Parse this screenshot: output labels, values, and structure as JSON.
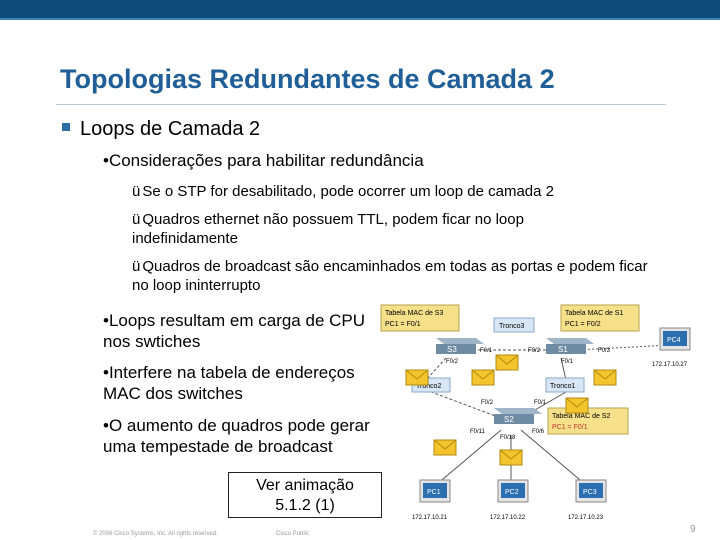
{
  "slide": {
    "title": "Topologias Redundantes de Camada 2",
    "bullet_main": "Loops de Camada 2",
    "sub_bullet_1": "•Considerações para habilitar redundância",
    "checks": [
      "Se o STP for desabilitado, pode ocorrer um loop de camada 2",
      "Quadros ethernet não possuem TTL, podem ficar no loop indefinidamente",
      "Quadros de broadcast são encaminhados em todas as portas e podem ficar no loop ininterrupto"
    ],
    "check_glyph": "ü",
    "bullets": [
      "•Loops resultam em carga de CPU nos swtiches",
      "•Interfere na tabela de endereços MAC dos switches",
      "•O aumento de quadros pode gerar uma tempestade de broadcast"
    ],
    "animation_button": {
      "line1": "Ver animação",
      "line2": "5.1.2 (1)"
    },
    "footer_left": "© 2006 Cisco Systems, Inc. All rights reserved.",
    "footer_center": "Cisco Public",
    "page_number": "9"
  },
  "diagram": {
    "mac_tables": [
      {
        "title": "Tabela MAC de S3",
        "entry": "PC1 = F0/1"
      },
      {
        "title": "Tabela MAC de S1",
        "entry": "PC1 = F0/2"
      },
      {
        "title": "Tabela MAC de S2",
        "entry": "PC1 = F0/1"
      }
    ],
    "trunks": [
      "Tronco3",
      "Tronco2",
      "Tronco1"
    ],
    "switches": [
      "S3",
      "S1",
      "S2"
    ],
    "ports": {
      "s3_f01": "F0/1",
      "s3_f02": "F0/2",
      "s1_f01": "F0/1",
      "s1_f02": "F0/2",
      "s1_f03": "F0/3",
      "s2_f02": "F0/2",
      "s2_f01": "F0/1",
      "s2_f11": "F0/11",
      "s2_f18": "F0/18",
      "s2_f06": "F0/6"
    },
    "pcs": [
      {
        "name": "PC1",
        "ip": "172.17.10.21"
      },
      {
        "name": "PC2",
        "ip": "172.17.10.22"
      },
      {
        "name": "PC3",
        "ip": "172.17.10.23"
      },
      {
        "name": "PC4",
        "ip": "172.17.10.27"
      }
    ],
    "colors": {
      "table_fill": "#f6e08a",
      "trunk_fill": "#d7e6f5",
      "pc_screen": "#2c6fb0",
      "envelope": "#f3c42b"
    }
  }
}
